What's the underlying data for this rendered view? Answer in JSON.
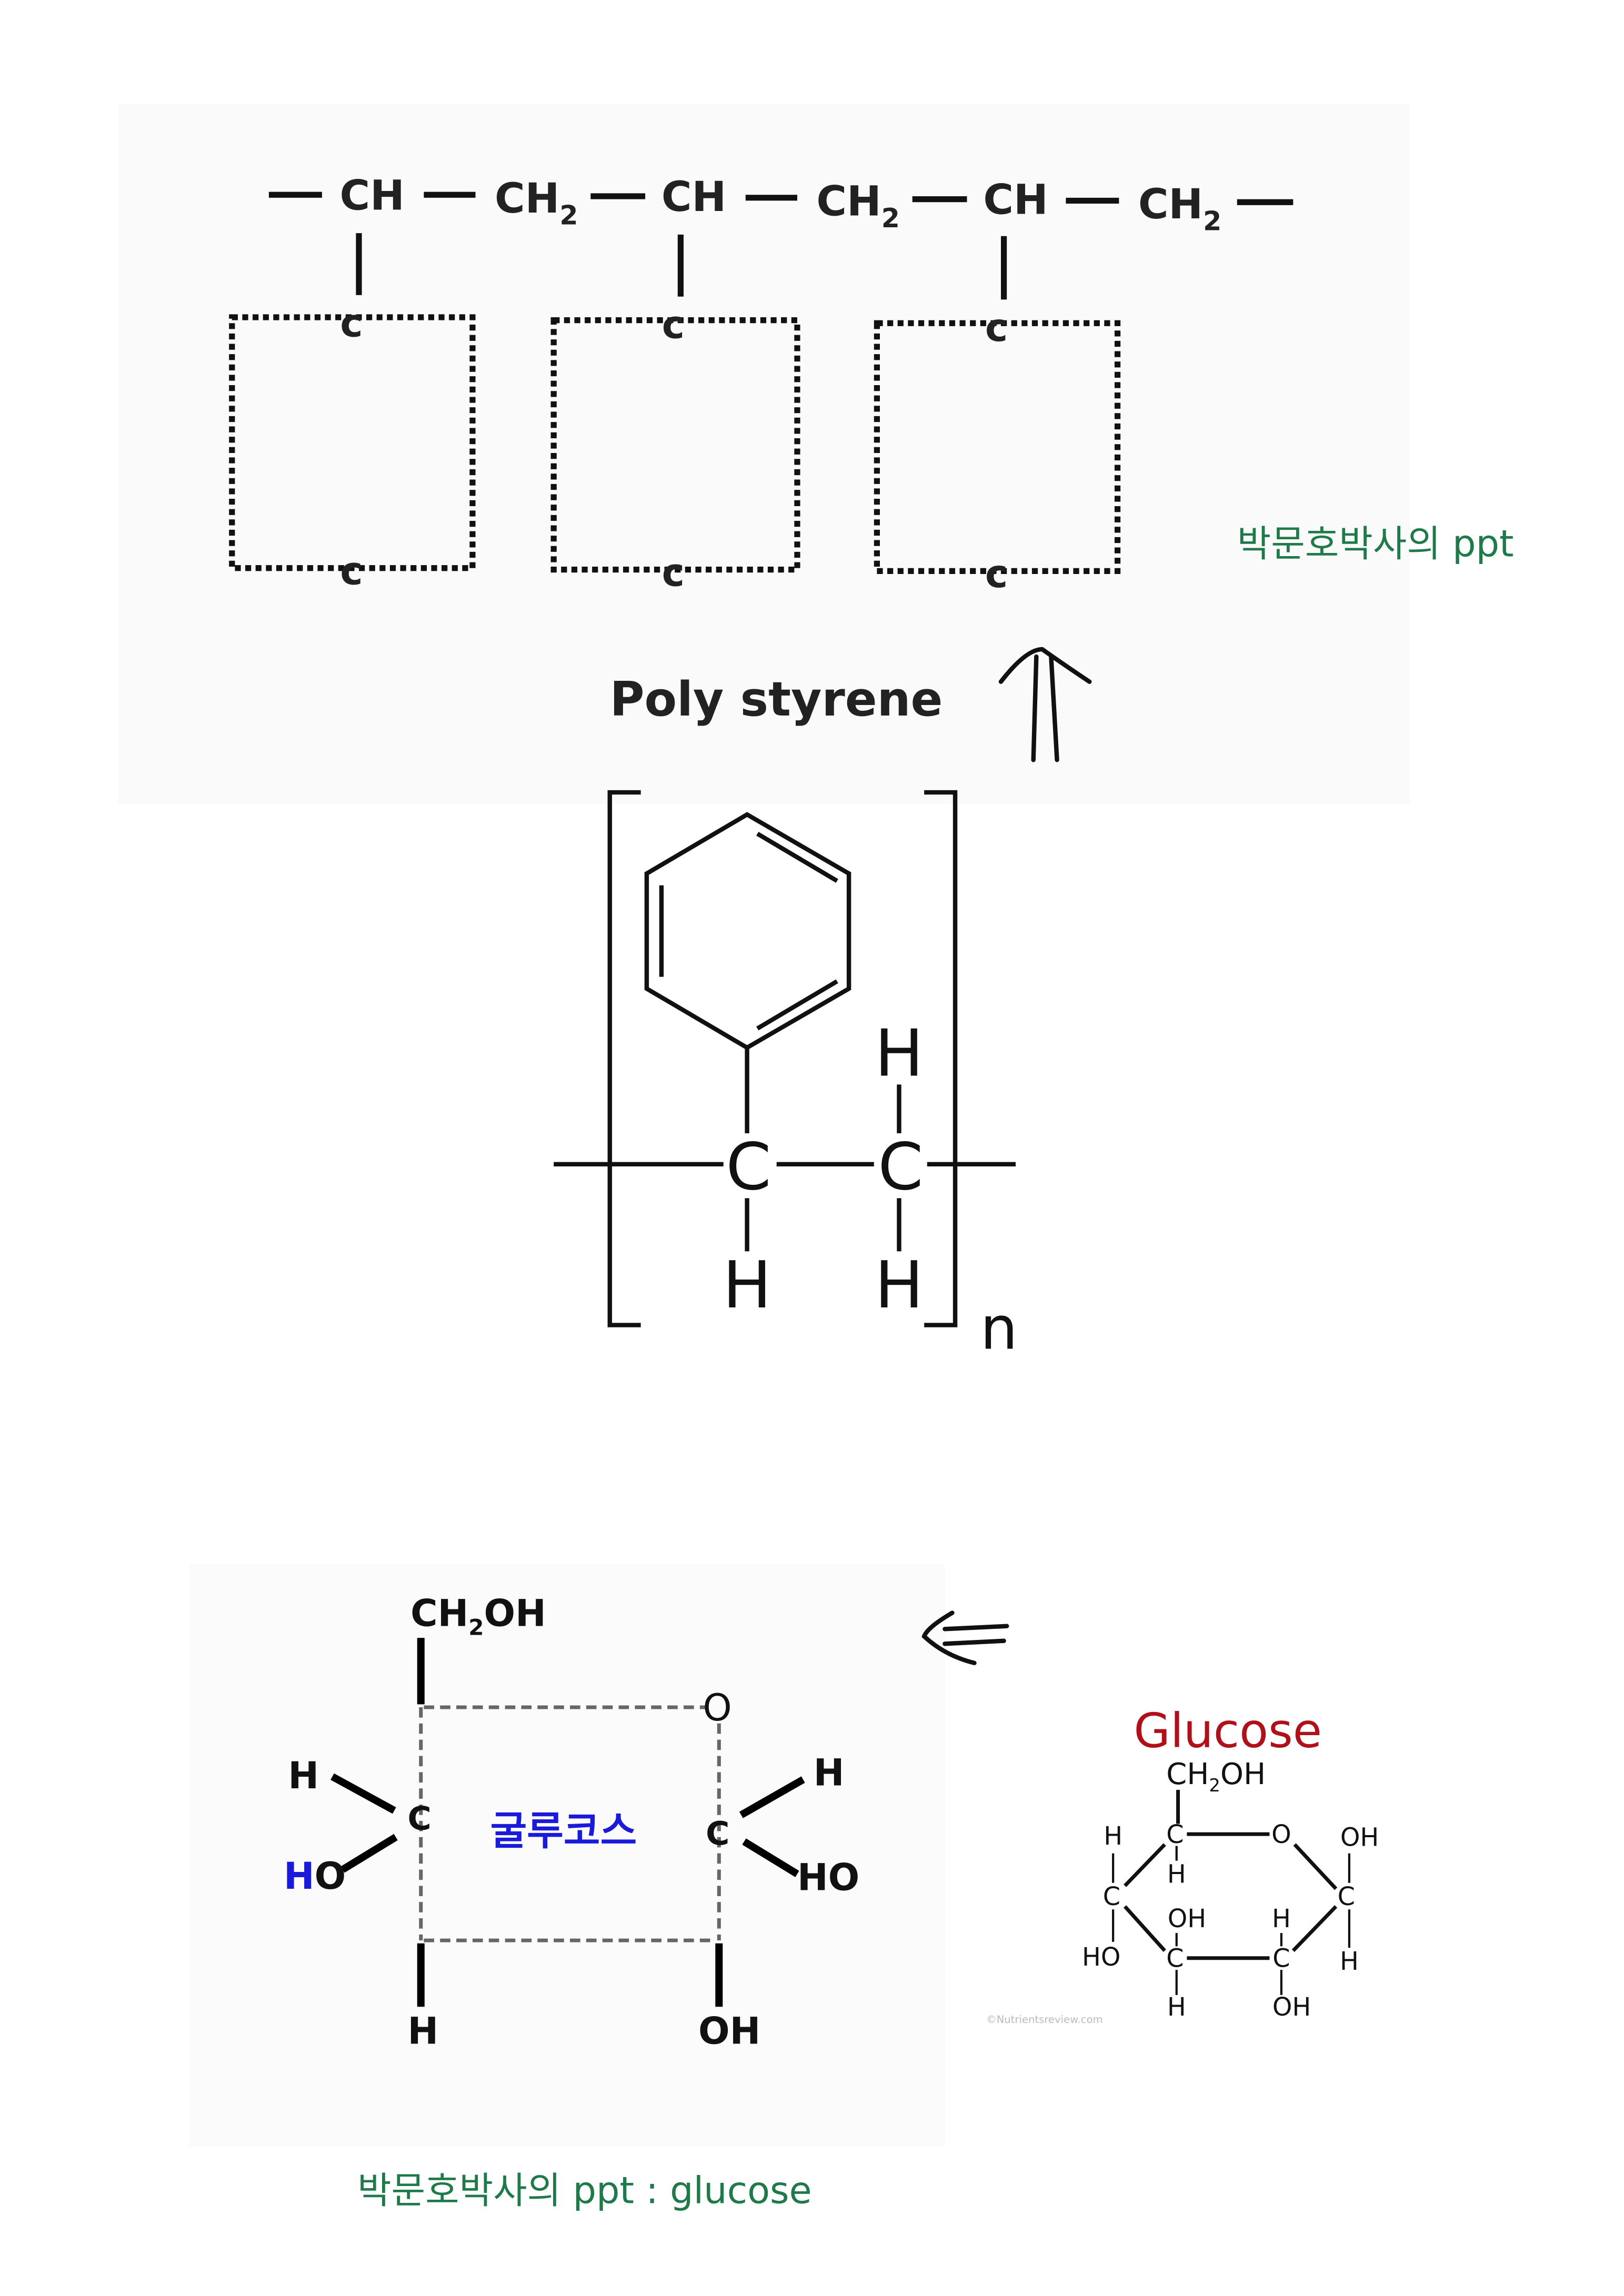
{
  "polystyrene_chain": {
    "groups": [
      "CH",
      "CH",
      "CH",
      "CH",
      "CH",
      "CH"
    ],
    "ch2_sub": "2",
    "ring_atom": "c",
    "label": "Poly styrene"
  },
  "styrene_monomer": {
    "carbon": "C",
    "hydrogen": "H",
    "repeat": "n"
  },
  "credit_top": "박문호박사의 ppt",
  "glucose_left": {
    "ch2oh_main": "CH",
    "ch2oh_sub": "2",
    "ch2oh_tail": "OH",
    "oxygen": "O",
    "carbon": "C",
    "h": "H",
    "ho_h": "H",
    "ho_o": "O",
    "ho_right": "HO",
    "oh": "OH",
    "center_label": "굴루코스",
    "center_color": "#1a1adb"
  },
  "glucose_right": {
    "title": "Glucose",
    "title_color": "#b0101a",
    "ch2oh_main": "CH",
    "ch2oh_sub": "2",
    "ch2oh_tail": "OH",
    "c": "C",
    "o": "O",
    "h": "H",
    "oh": "OH",
    "ho": "HO",
    "watermark": "©Nutrientsreview.com"
  },
  "credit_bottom": "박문호박사의 ppt : glucose",
  "credit_color": "#1f7a4a"
}
